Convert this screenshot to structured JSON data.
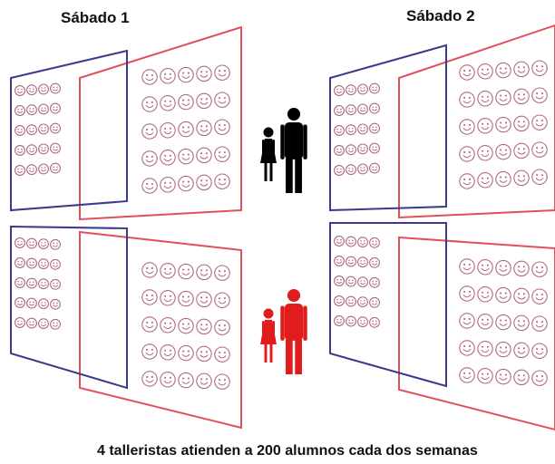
{
  "titles": {
    "saturday_1": "Sábado 1",
    "saturday_2": "Sábado 2"
  },
  "caption": "4 talleristas atienden a 200 alumnos cada dos semanas",
  "colors": {
    "blue_frame": "#3b3a8f",
    "red_frame": "#e0505a",
    "smiley": "#b06a78",
    "people_top": "#000000",
    "people_bottom": "#e11c1c"
  },
  "groups": [
    {
      "name": "sabado-1-top",
      "small_grid": {
        "rows": 5,
        "cols": 4
      },
      "big_grid": {
        "rows": 5,
        "cols": 5
      }
    },
    {
      "name": "sabado-1-bottom",
      "small_grid": {
        "rows": 5,
        "cols": 4
      },
      "big_grid": {
        "rows": 5,
        "cols": 5
      }
    },
    {
      "name": "sabado-2-top",
      "small_grid": {
        "rows": 5,
        "cols": 4
      },
      "big_grid": {
        "rows": 5,
        "cols": 5
      }
    },
    {
      "name": "sabado-2-bottom",
      "small_grid": {
        "rows": 5,
        "cols": 4
      },
      "big_grid": {
        "rows": 5,
        "cols": 5
      }
    }
  ],
  "icons": {
    "people_top": "teacher-pair-icon",
    "people_bottom": "teacher-pair-icon",
    "student": "smiley-face-icon"
  }
}
